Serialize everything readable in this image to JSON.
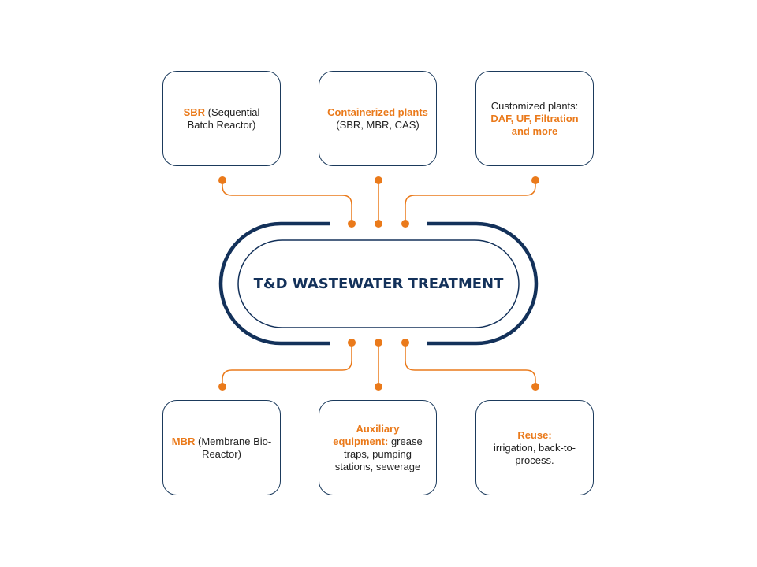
{
  "title": "T&D WASTEWATER TREATMENT",
  "colors": {
    "navy": "#13315a",
    "orange": "#ea7a1b",
    "box_border": "#1b3a5c"
  },
  "top_boxes": [
    {
      "highlight": "SBR",
      "text": " (Sequential Batch Reactor)"
    },
    {
      "highlight": "Containerized plants",
      "text": " (SBR, MBR, CAS)"
    },
    {
      "prefix": "Customized plants: ",
      "highlight": "DAF, UF, Filtration and more"
    }
  ],
  "bottom_boxes": [
    {
      "highlight": "MBR",
      "text": " (Membrane Bio-Reactor)"
    },
    {
      "highlight": "Auxiliary equipment:",
      "text": " grease traps, pumping stations, sewerage"
    },
    {
      "highlight": "Reuse:",
      "text": " irrigation, back-to-process."
    }
  ]
}
